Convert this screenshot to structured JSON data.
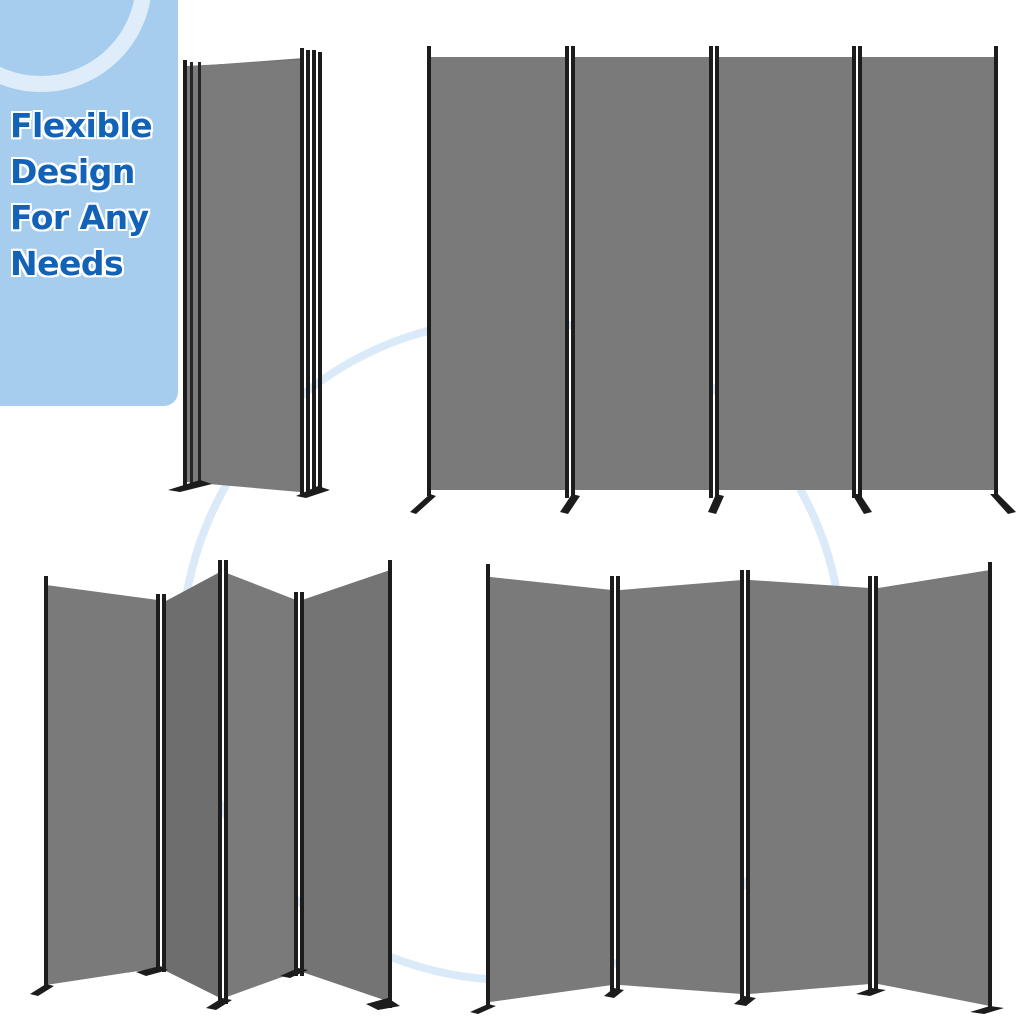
{
  "headline": {
    "lines": [
      "Flexible",
      "Design",
      "For Any",
      "Needs"
    ]
  },
  "colors": {
    "panel_fabric": "#7a7a7a",
    "frame": "#1c1c1c",
    "headline_bg": "#a7cdee",
    "headline_text": "#1263b8",
    "connector_arc": "#d7e8f7"
  },
  "scenes": [
    {
      "id": "folded",
      "configuration": "folded",
      "panel_count": 4
    },
    {
      "id": "straight",
      "configuration": "flat",
      "panel_count": 4
    },
    {
      "id": "zigzag",
      "configuration": "zigzag",
      "panel_count": 4
    },
    {
      "id": "curved",
      "configuration": "wave",
      "panel_count": 4
    }
  ]
}
